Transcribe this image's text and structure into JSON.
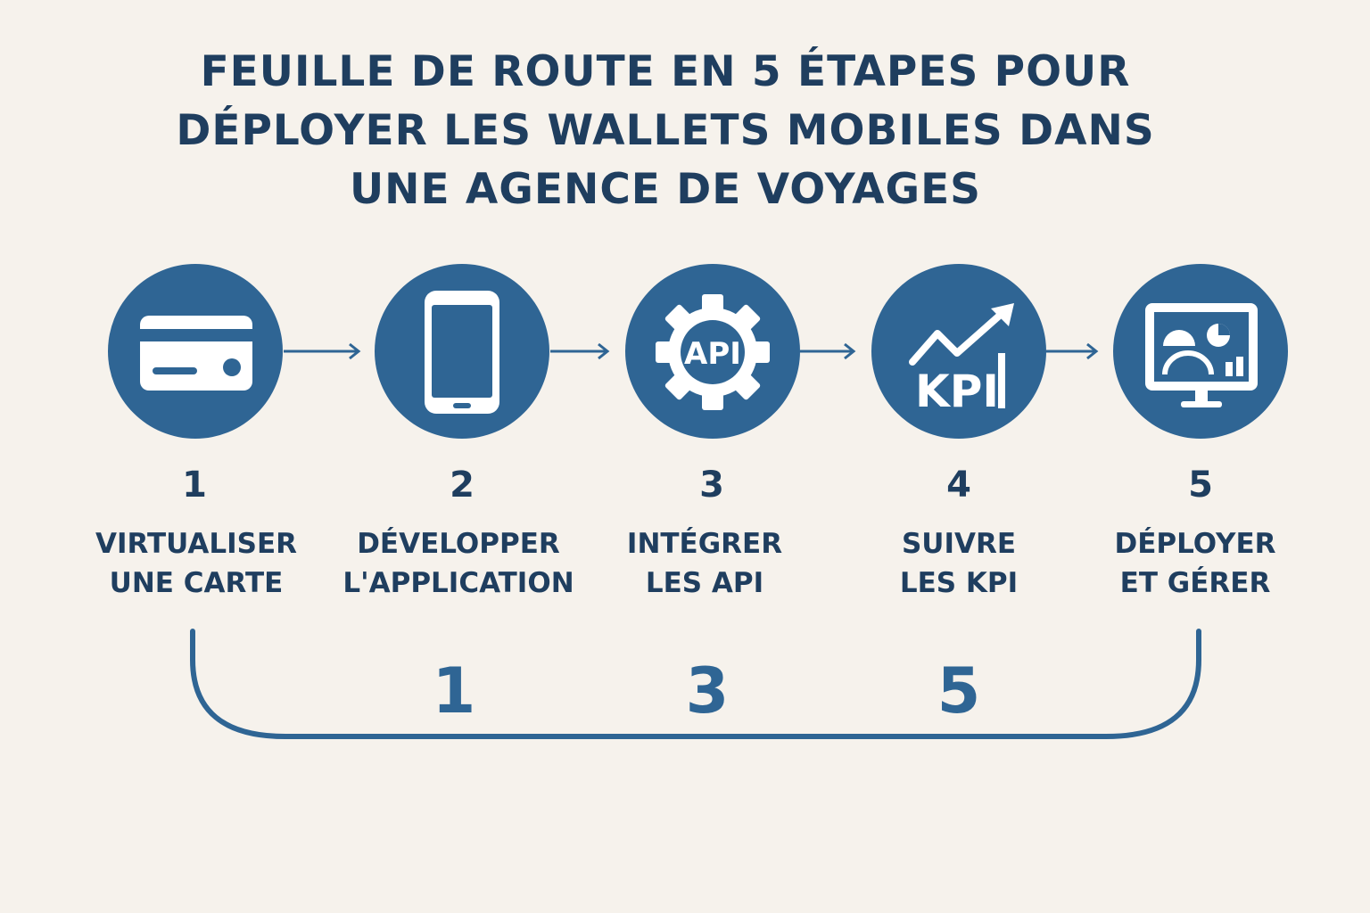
{
  "title": {
    "line1": "FEUILLE DE ROUTE EN 5 ÉTAPES POUR",
    "line2": "DÉPLOYER LES WALLETS MOBILES DANS",
    "line3": "UNE AGENCE DE VOYAGES"
  },
  "steps": [
    {
      "number": "1",
      "line1": "VIRTUALISER",
      "line2": "UNE CARTE",
      "icon": "credit-card-icon"
    },
    {
      "number": "2",
      "line1": "DÉVELOPPER",
      "line2": "L'APPLICATION",
      "icon": "smartphone-icon"
    },
    {
      "number": "3",
      "line1": "INTÉGRER",
      "line2": "LES API",
      "icon": "api-gear-icon",
      "icon_text": "API"
    },
    {
      "number": "4",
      "line1": "SUIVRE",
      "line2": "LES KPI",
      "icon": "kpi-chart-icon",
      "icon_text": "KPI"
    },
    {
      "number": "5",
      "line1": "DÉPLOYER",
      "line2": "ET GÉRER",
      "icon": "dashboard-monitor-icon"
    }
  ],
  "bracket_numbers": [
    "1",
    "3",
    "5"
  ],
  "colors": {
    "background": "#f6f2ec",
    "circle": "#2f6594",
    "text": "#1f3e5f",
    "icon": "#ffffff"
  }
}
